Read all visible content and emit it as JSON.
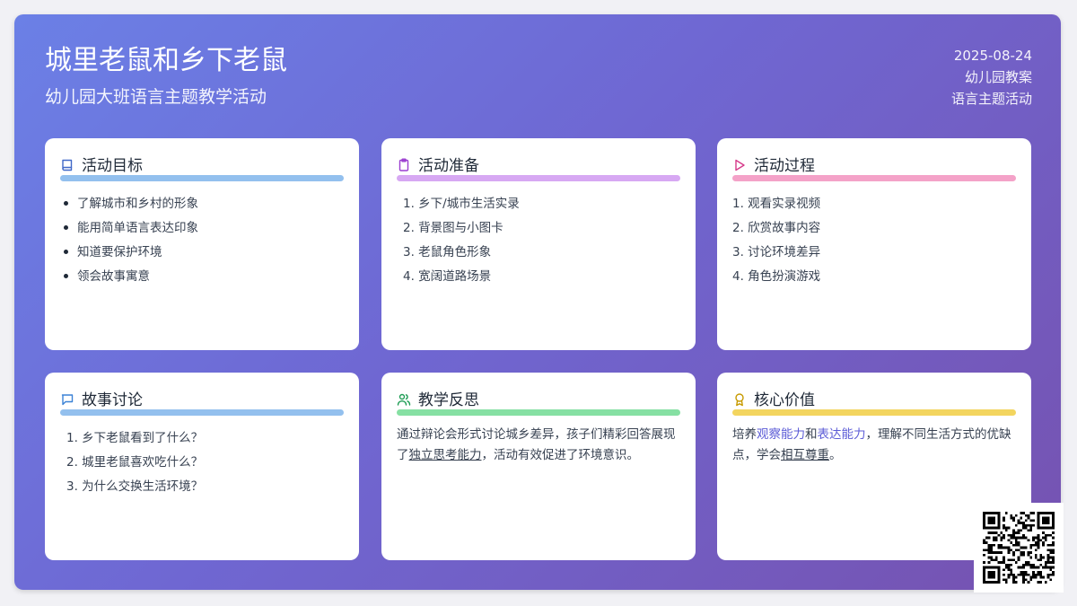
{
  "header": {
    "title": "城里老鼠和乡下老鼠",
    "subtitle": "幼儿园大班语言主题教学活动",
    "date": "2025-08-24",
    "doc_type": "幼儿园教案",
    "category": "语言主题活动"
  },
  "colors": {
    "background_gradient": [
      "#6b80e6",
      "#7652b0"
    ],
    "goals_bar": "#93c0ee",
    "prep_bar": "#d7a8f3",
    "process_bar": "#f4a2c8",
    "discussion_bar": "#93c0ee",
    "reflection_bar": "#86e0a3",
    "value_bar": "#f3d55f",
    "highlight_text": "#5b5bd6"
  },
  "cards": {
    "goals": {
      "title": "活动目标",
      "icon": "book-icon",
      "items": [
        "了解城市和乡村的形象",
        "能用简单语言表达印象",
        "知道要保护环境",
        "领会故事寓意"
      ]
    },
    "prep": {
      "title": "活动准备",
      "icon": "clipboard-icon",
      "items": [
        "1. 乡下/城市生活实录",
        "2. 背景图与小图卡",
        "3. 老鼠角色形象",
        "4. 宽阔道路场景"
      ]
    },
    "process": {
      "title": "活动过程",
      "icon": "play-icon",
      "items": [
        "1. 观看实录视频",
        "2. 欣赏故事内容",
        "3. 讨论环境差异",
        "4. 角色扮演游戏"
      ]
    },
    "discussion": {
      "title": "故事讨论",
      "icon": "chat-icon",
      "items": [
        "1. 乡下老鼠看到了什么？",
        "2. 城里老鼠喜欢吃什么？",
        "3. 为什么交换生活环境？"
      ]
    },
    "reflection": {
      "title": "教学反思",
      "icon": "users-icon",
      "text_1": "通过辩论会形式讨论城乡差异，孩子们精彩回答展现了",
      "text_underlined": "独立思考能力",
      "text_2": "，活动有效促进了环境意识。"
    },
    "value": {
      "title": "核心价值",
      "icon": "award-icon",
      "text_1": "培养",
      "highlight_1": "观察能力",
      "text_2": "和",
      "highlight_2": "表达能力",
      "text_3": "，理解不同生活方式的优缺点，学会",
      "underlined": "相互尊重",
      "text_4": "。"
    }
  },
  "qr_code": {
    "icon": "qr-code-icon"
  }
}
